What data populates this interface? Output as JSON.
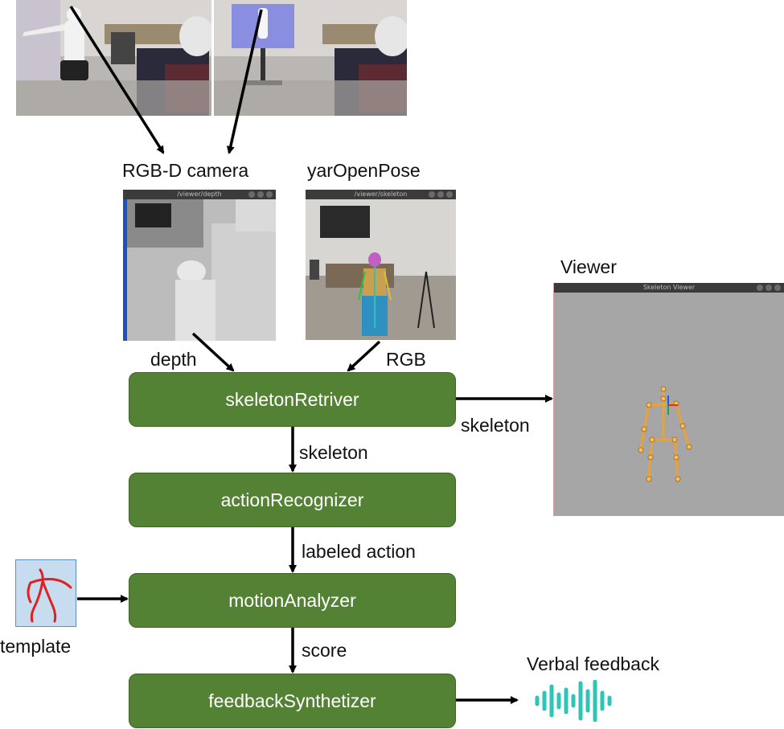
{
  "labels": {
    "rgbd_camera": "RGB-D camera",
    "yaropenpose": "yarOpenPose",
    "viewer": "Viewer",
    "depth": "depth",
    "rgb": "RGB",
    "skeleton_right": "skeleton",
    "skeleton_down": "skeleton",
    "labeled_action": "labeled action",
    "score": "score",
    "template": "template",
    "verbal_feedback": "Verbal feedback"
  },
  "nodes": {
    "skeleton_retriver": "skeletonRetriver",
    "action_recognizer": "actionRecognizer",
    "motion_analyzer": "motionAnalyzer",
    "feedback_synthetizer": "feedbackSynthetizer"
  },
  "windows": {
    "depth_title": "/viewer/depth",
    "skeleton_title": "/viewer/skeleton",
    "viewer_title": "Skeleton Viewer"
  },
  "colors": {
    "node_fill": "#548235",
    "node_text": "#ffffff",
    "arrow": "#000000",
    "waveform": "#2ec4b6",
    "skeleton": "#e8a23a",
    "template_bg": "#c8dcf0",
    "template_stroke": "#e02020"
  }
}
